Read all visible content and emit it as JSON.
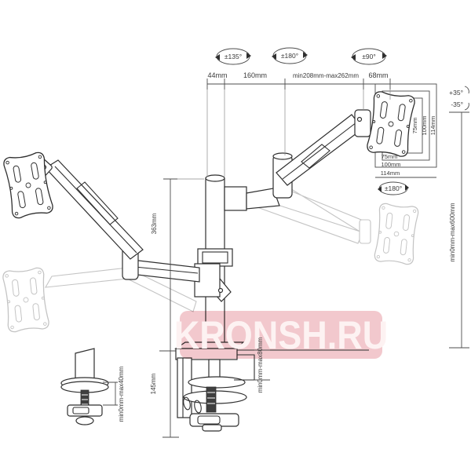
{
  "watermark": {
    "text": "KRONSH.RU"
  },
  "labels": {
    "rot135": "±135°",
    "rot180_top": "±180°",
    "rot90": "±90°",
    "seg44": "44mm",
    "seg160": "160mm",
    "seg208": "min208mm-max262mm",
    "seg68": "68mm",
    "tilt_up": "+35°",
    "tilt_down": "-35°",
    "vesa_v75": "75mm",
    "vesa_v100": "100mm",
    "vesa_v114": "114mm",
    "vesa_h75": "75mm",
    "vesa_h100": "100mm",
    "vesa_h114": "114mm",
    "rot180_plate": "±180°",
    "height_range": "min0mm-max600mm",
    "pole_height": "363mm",
    "clamp_height": "145mm",
    "desk_thickness": "min0mm-max80mm",
    "grommet_thickness": "min0mm-max40mm"
  },
  "colors": {
    "line": "#2f2f2f",
    "ghost": "#c4c4c4",
    "dim": "#4d4d4d",
    "watermark_bg": "#f2c8cd",
    "watermark_text": "#fdf2f2"
  }
}
